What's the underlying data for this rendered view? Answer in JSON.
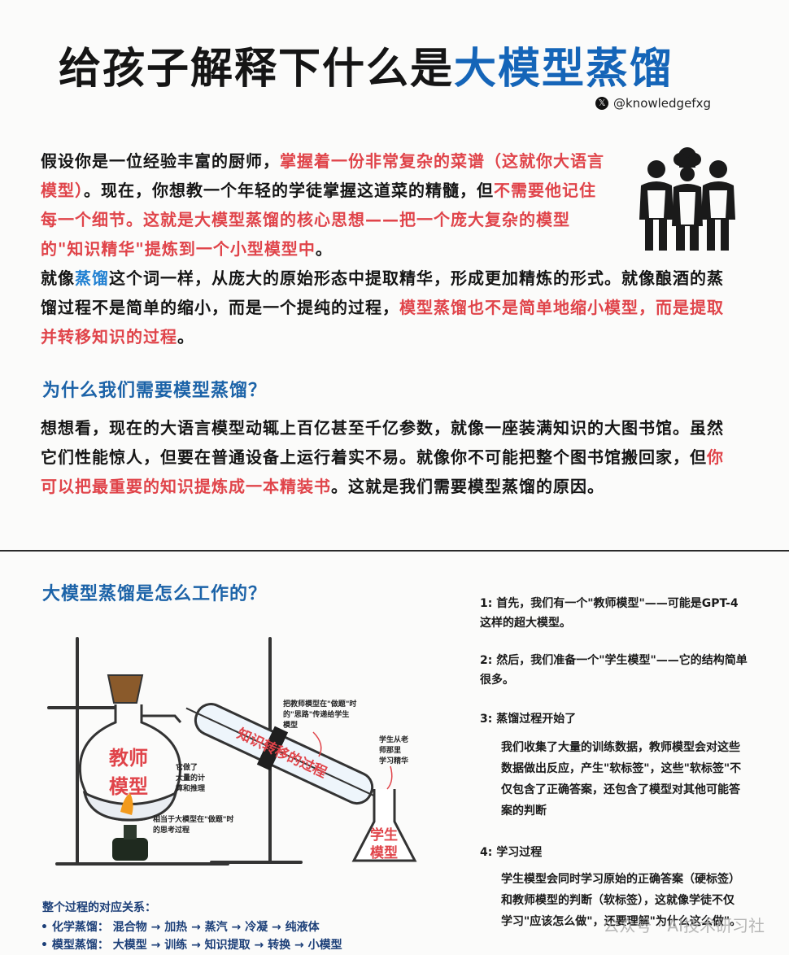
{
  "title": {
    "main": "给孩子解释下什么是",
    "highlight": "大模型蒸馏"
  },
  "handle": {
    "icon": "x-logo-icon",
    "text": "@knowledgefxg"
  },
  "intro": {
    "p1_a": "假设你是一位经验丰富的厨师，",
    "p1_b": "掌握着一份非常复杂的菜谱（这就你大语言模型）",
    "p1_c": "。现在，你想教一个年轻的学徒掌握这道菜的精髓，但",
    "p1_d": "不需要他记住每一个细节。这就是大模型蒸馏的核心思想——把一个庞大复杂的模型的\"知识精华\"提炼到一个小型模型中",
    "p1_e": "。",
    "p2_a": "就像",
    "p2_b": "蒸馏",
    "p2_c": "这个词一样，从庞大的原始形态中提取精华，形成更加精炼的形式。就像酿酒的蒸馏过程不是简单的缩小，而是一个提纯的过程，",
    "p2_d": "模型蒸馏也不是简单地缩小模型，而是提取并转移知识的过程",
    "p2_e": "。"
  },
  "why": {
    "heading": "为什么我们需要模型蒸馏？",
    "p_a": "想想看，现在的大语言模型动辄上百亿甚至千亿参数，就像一座装满知识的大图书馆。虽然它们性能惊人，但要在普通设备上运行着实不易。就像你不可能把整个图书馆搬回家，但",
    "p_b": "你可以把最重要的知识提炼成一本精装书",
    "p_c": "。这就是我们需要模型蒸馏的原因。"
  },
  "how": {
    "heading": "大模型蒸馏是怎么工作的？",
    "diagram": {
      "teacher_label_1": "教师",
      "teacher_label_2": "模型",
      "student_label_1": "学生",
      "student_label_2": "模型",
      "tube_label": "知识转移的过程",
      "note_flask_1": "它做了",
      "note_flask_2": "大量的计",
      "note_flask_3": "算和推理",
      "note_heat_1": "相当于大模型在\"做题\"时",
      "note_heat_2": "的思考过程",
      "note_tube_1": "把教师模型在\"做题\"时",
      "note_tube_2": "的\"思路\"传递给学生",
      "note_tube_3": "模型",
      "note_drip_1": "学生从老",
      "note_drip_2": "师那里",
      "note_drip_3": "学习精华"
    },
    "steps": [
      {
        "num": "1:",
        "text": "首先，我们有一个\"教师模型\"——可能是GPT-4这样的超大模型。"
      },
      {
        "num": "2:",
        "text": "然后，我们准备一个\"学生模型\"——它的结构简单很多。"
      },
      {
        "num": "3:",
        "text": "蒸馏过程开始了",
        "sub": "我们收集了大量的训练数据，教师模型会对这些数据做出反应，产生\"软标签\"，这些\"软标签\"不仅包含了正确答案，还包含了模型对其他可能答案的判断"
      },
      {
        "num": "4:",
        "text": "学习过程",
        "sub": "学生模型会同时学习原始的正确答案（硬标签）和教师模型的判断（软标签），这就像学徒不仅学习\"应该怎么做\"，还要理解\"为什么这么做\"。"
      }
    ],
    "relation_heading": "整个过程的对应关系：",
    "relations": [
      {
        "label": "• 化学蒸馏：",
        "items": [
          "混合物",
          "加热",
          "蒸汽",
          "冷凝",
          "纯液体"
        ]
      },
      {
        "label": "• 模型蒸馏：",
        "items": [
          "大模型",
          "训练",
          "知识提取",
          "转换",
          "小模型"
        ]
      }
    ],
    "arrow": "→"
  },
  "watermark": "公众号 · AI技术研习社",
  "colors": {
    "accent_blue": "#1565b8",
    "accent_red": "#e0444a",
    "heading_blue": "#1c63a8"
  }
}
